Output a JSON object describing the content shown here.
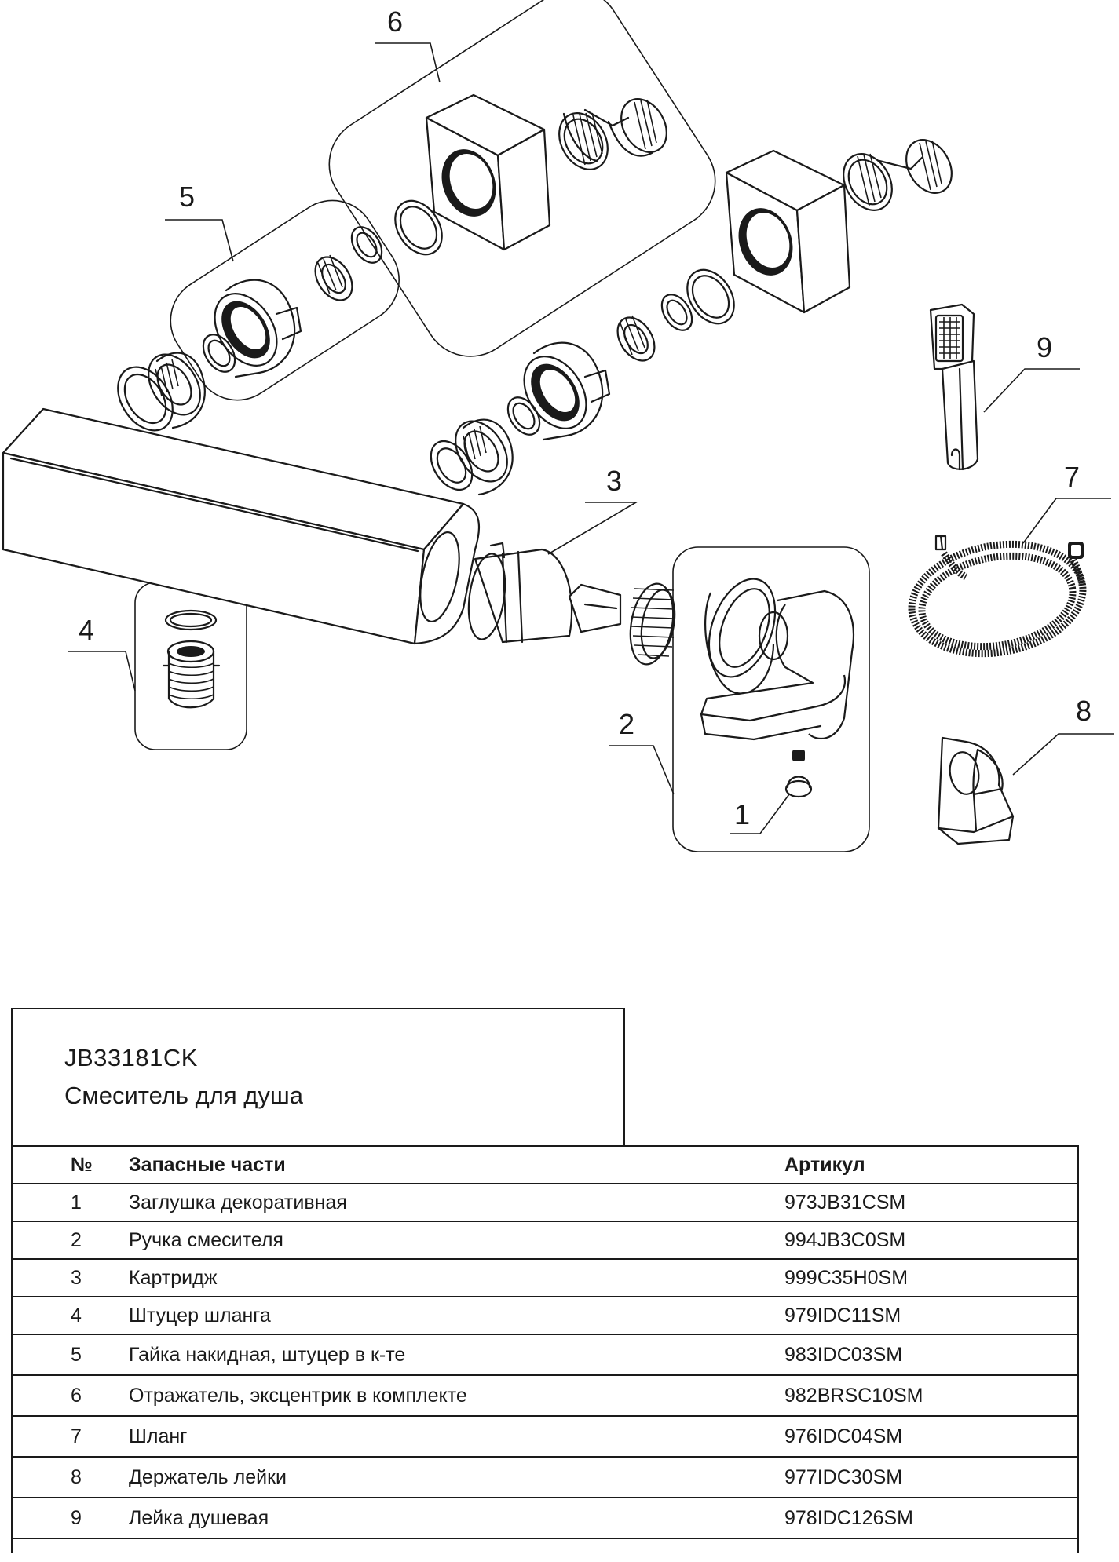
{
  "callouts": [
    "1",
    "2",
    "3",
    "4",
    "5",
    "6",
    "7",
    "8",
    "9"
  ],
  "title": {
    "code": "JB33181CK",
    "name": "Смеситель для душа"
  },
  "table": {
    "headers": {
      "no": "№",
      "name": "Запасные части",
      "article": "Артикул"
    },
    "rows": [
      {
        "no": "1",
        "name": "Заглушка декоративная",
        "article": "973JB31CSM"
      },
      {
        "no": "2",
        "name": "Ручка смесителя",
        "article": "994JB3C0SM"
      },
      {
        "no": "3",
        "name": "Картридж",
        "article": "999C35H0SM"
      },
      {
        "no": "4",
        "name": "Штуцер шланга",
        "article": "979IDC11SM"
      },
      {
        "no": "5",
        "name": "Гайка накидная, штуцер в к-те",
        "article": "983IDC03SM"
      },
      {
        "no": "6",
        "name": "Отражатель, эксцентрик в комплекте",
        "article": "982BRSC10SM"
      },
      {
        "no": "7",
        "name": "Шланг",
        "article": "976IDC04SM"
      },
      {
        "no": "8",
        "name": "Держатель лейки",
        "article": "977IDC30SM"
      },
      {
        "no": "9",
        "name": "Лейка душевая",
        "article": "978IDC126SM"
      }
    ]
  }
}
